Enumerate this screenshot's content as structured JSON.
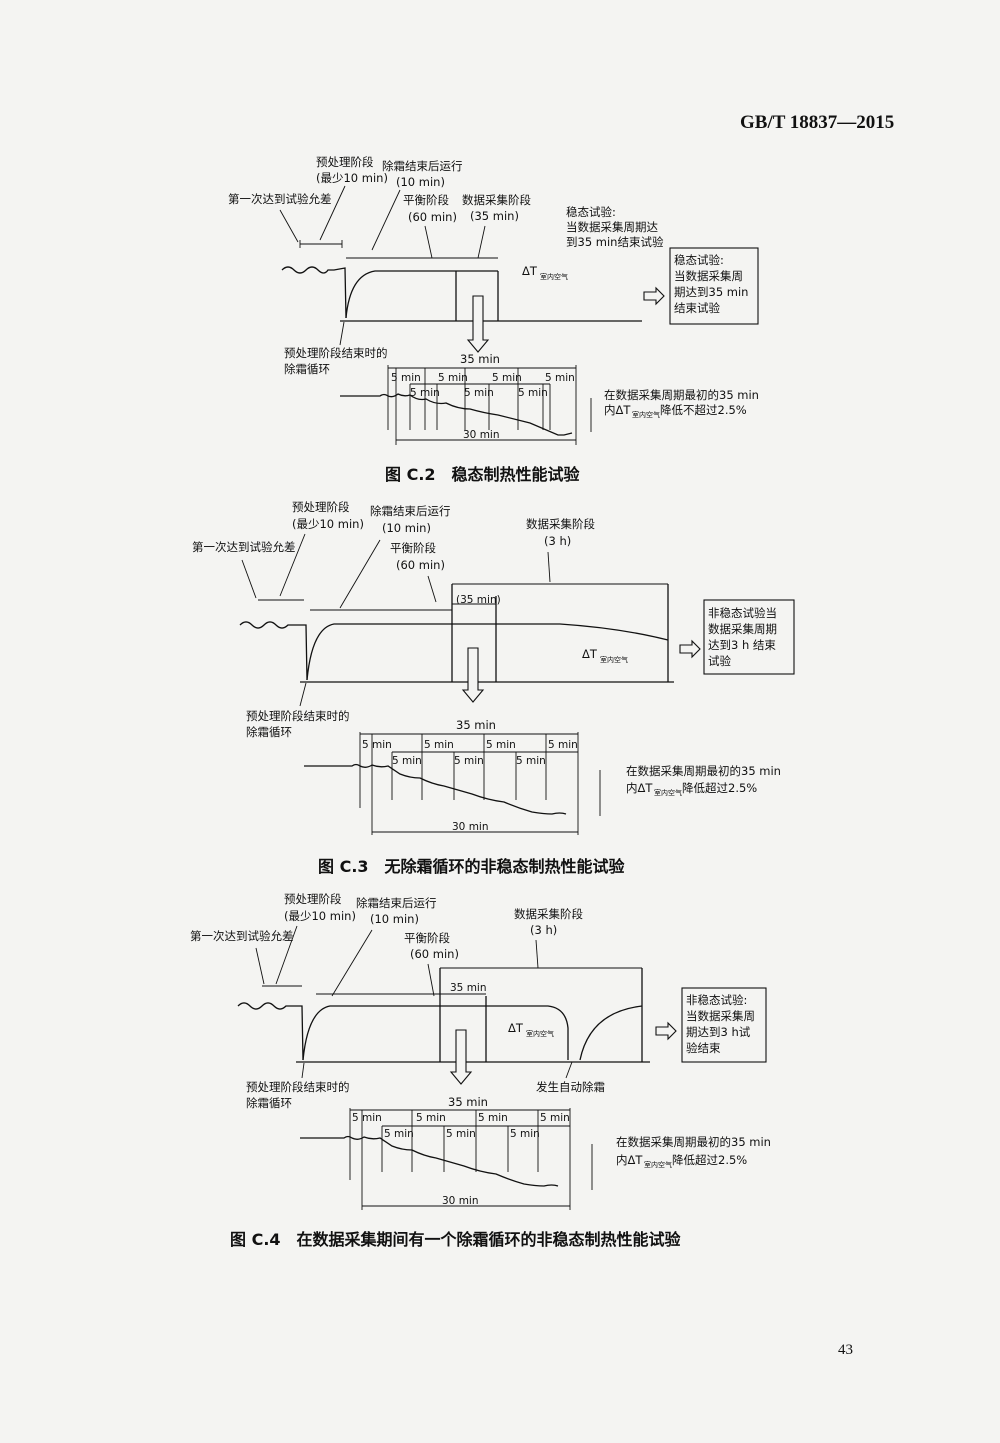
{
  "header": {
    "standard": "GB/T 18837—2015"
  },
  "page_number": "43",
  "common": {
    "first_reach": "第一次达到试验允差",
    "pre_stage": "预处理阶段",
    "pre_min": "(最少10 min)",
    "defrost_run": "除霜结束后运行",
    "defrost_10": "(10 min)",
    "equilibrium": "平衡阶段",
    "eq_60": "(60 min)",
    "data_stage": "数据采集阶段",
    "delta_t": "ΔT",
    "delta_sub": "室内空气",
    "pre_end_1": "预处理阶段结束时的",
    "pre_end_2": "除霜循环",
    "min35": "35 min",
    "min5": "5 min",
    "min30": "30 min"
  },
  "fig_c2": {
    "caption": "图 C.2　稳态制热性能试验",
    "data_dur": "(35 min)",
    "note_1": "稳态试验:",
    "note_2": "当数据采集周期达",
    "note_3": "到35 min结束试验",
    "box_1": "稳态试验:",
    "box_2": "当数据采集周",
    "box_3": "期达到35 min",
    "box_4": "结束试验",
    "drop_1": "在数据采集周期最初的35 min",
    "drop_2a": "内ΔT",
    "drop_2b": "降低不超过2.5%"
  },
  "fig_c3": {
    "caption": "图 C.3　无除霜循环的非稳态制热性能试验",
    "data_dur": "(3 h)",
    "inner": "(35 min)",
    "box_1": "非稳态试验当",
    "box_2": "数据采集周期",
    "box_3": "达到3 h 结束",
    "box_4": "试验",
    "drop_1": "在数据采集周期最初的35 min",
    "drop_2a": "内ΔT",
    "drop_2b": "降低超过2.5%"
  },
  "fig_c4": {
    "caption": "图 C.4　在数据采集期间有一个除霜循环的非稳态制热性能试验",
    "data_dur": "(3 h)",
    "auto_defrost": "发生自动除霜",
    "box_1": "非稳态试验:",
    "box_2": "当数据采集周",
    "box_3": "期达到3 h试",
    "box_4": "验结束",
    "drop_1": "在数据采集周期最初的35 min",
    "drop_2a": "内ΔT",
    "drop_2b": "降低超过2.5%"
  }
}
